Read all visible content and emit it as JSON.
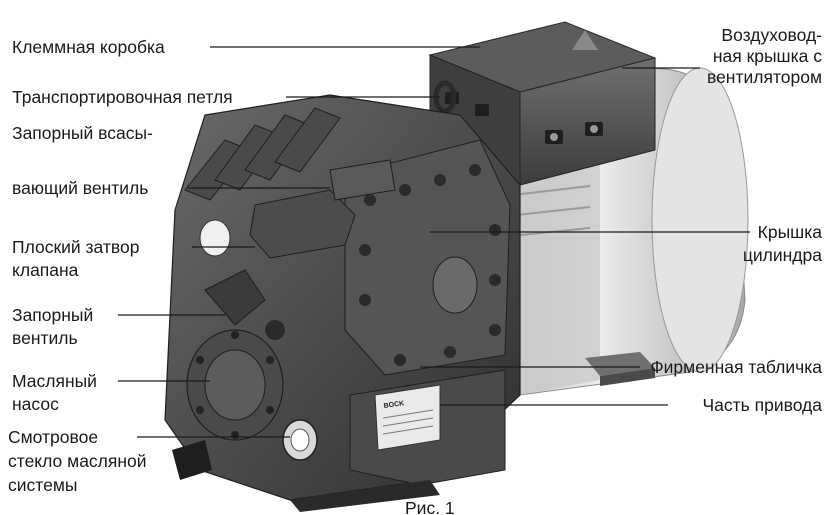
{
  "labels": {
    "terminal_box": "Клеммная коробка",
    "air_cover_1": "Воздуховод-",
    "air_cover_2": "ная крышка с",
    "air_cover_3": "вентилятором",
    "transport_loop": "Транспортировочная петля",
    "suction_valve_1": "Запорный всасы-",
    "suction_valve_2": "вающий вентиль",
    "valve_plate_1": "Плоский затвор",
    "valve_plate_2": "клапана",
    "cylinder_cover_1": "Крышка",
    "cylinder_cover_2": "цилиндра",
    "shutoff_valve_1": "Запорный",
    "shutoff_valve_2": "вентиль",
    "oil_pump_1": "Масляный",
    "oil_pump_2": "насос",
    "name_plate": "Фирменная табличка",
    "drive_part": "Часть привода",
    "sight_glass_1": "Смотровое",
    "sight_glass_2": "стекло масляной",
    "sight_glass_3": "системы",
    "nameplate_brand": "BOCK"
  },
  "caption": "Рис. 1",
  "colors": {
    "text": "#1a1a1a",
    "body_dark": "#3a3a3a",
    "body_mid": "#5a5a5a",
    "motor_light": "#d8d8d8"
  }
}
